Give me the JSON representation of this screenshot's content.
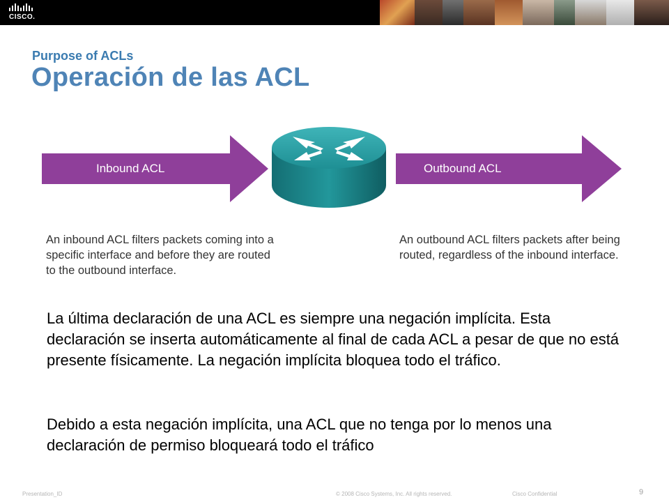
{
  "header": {
    "logo_text": "CISCO."
  },
  "slide": {
    "subtitle": "Purpose of ACLs",
    "title": "Operación de las ACL"
  },
  "diagram": {
    "inbound_label": "Inbound ACL",
    "outbound_label": "Outbound ACL",
    "inbound_description": "An inbound ACL filters packets coming into a specific interface and before they are routed to the outbound interface.",
    "outbound_description": "An outbound ACL filters packets after being routed, regardless of the inbound interface.",
    "arrow_color": "#8f3f9a",
    "router_color": "#1e8f94"
  },
  "body": {
    "paragraph_1": "La última declaración de una ACL es siempre una negación implícita. Esta declaración se inserta automáticamente al final de cada ACL a pesar de que no está presente físicamente. La negación implícita bloquea todo el tráfico.",
    "paragraph_2": "Debido a esta negación implícita, una ACL que no tenga por lo menos una declaración de permiso bloqueará todo el tráfico"
  },
  "footer": {
    "presentation_id": "Presentation_ID",
    "copyright": "© 2008 Cisco Systems, Inc. All rights reserved.",
    "confidential": "Cisco Confidential",
    "page_number": "9"
  }
}
